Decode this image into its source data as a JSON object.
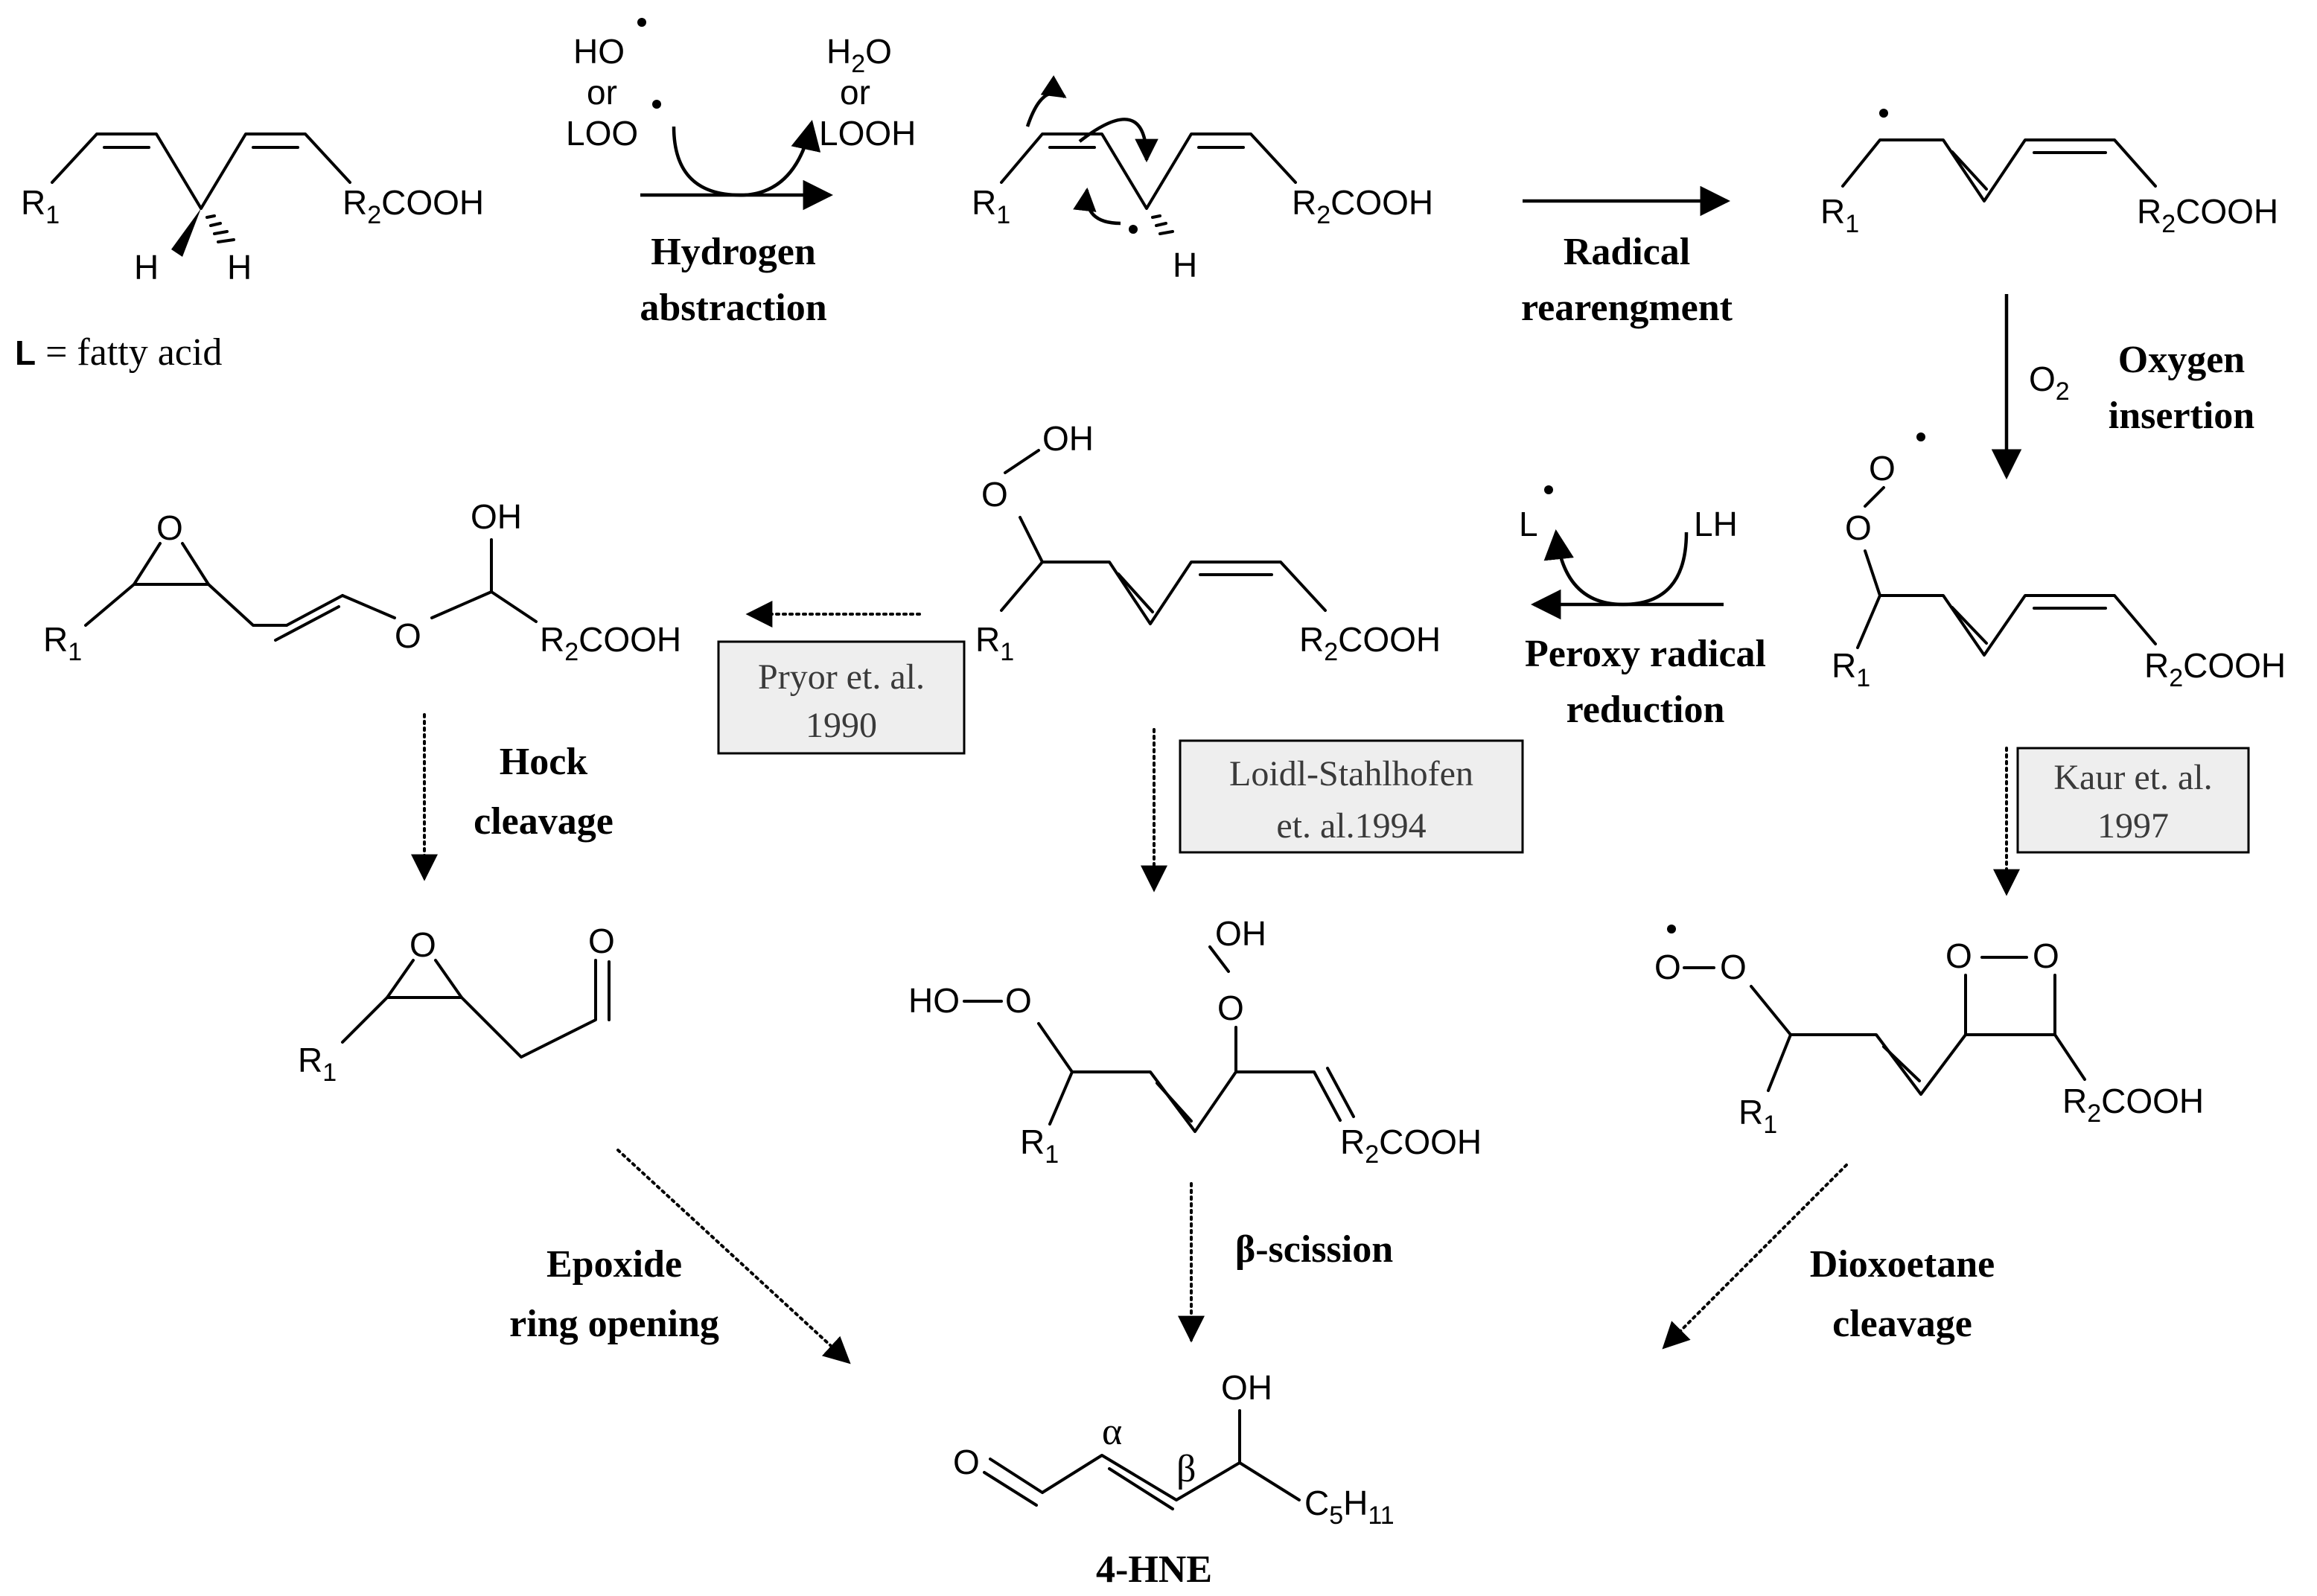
{
  "labels": {
    "l_def_bold": "L",
    "l_def_rest": " = fatty acid",
    "ho_radical": "HO",
    "or": "or",
    "loo_radical": "LOO",
    "h2o_h": "H",
    "h2o_2": "2",
    "h2o_o": "O",
    "looh": "LOOH",
    "r": "R",
    "sub1": "1",
    "sub2": "2",
    "cooh": "COOH",
    "h": "H",
    "o": "O",
    "oh": "OH",
    "ho": "HO",
    "l_radical": "L",
    "lh": "LH",
    "o2_o": "O",
    "o2_2": "2",
    "c5h11_c": "C",
    "c5h11_5": "5",
    "c5h11_h": "H",
    "c5h11_11": "11",
    "alpha": "α",
    "beta": "β"
  },
  "steps": {
    "hydrogen_abstraction": [
      "Hydrogen",
      "abstraction"
    ],
    "radical_rearrangement": [
      "Radical",
      "rearengment"
    ],
    "oxygen_insertion": [
      "Oxygen",
      "insertion"
    ],
    "peroxy_reduction": [
      "Peroxy radical",
      "reduction"
    ],
    "hock_cleavage": [
      "Hock",
      "cleavage"
    ],
    "epoxide_opening": [
      "Epoxide",
      "ring opening"
    ],
    "beta_scission": "β-scission",
    "dioxoetane_cleavage": [
      "Dioxoetane",
      "cleavage"
    ]
  },
  "references": {
    "pryor": [
      "Pryor et. al.",
      "1990"
    ],
    "loidl": [
      "Loidl-Stahlhofen",
      "et. al.1994"
    ],
    "kaur": [
      "Kaur et. al.",
      "1997"
    ]
  },
  "product": "4-HNE"
}
